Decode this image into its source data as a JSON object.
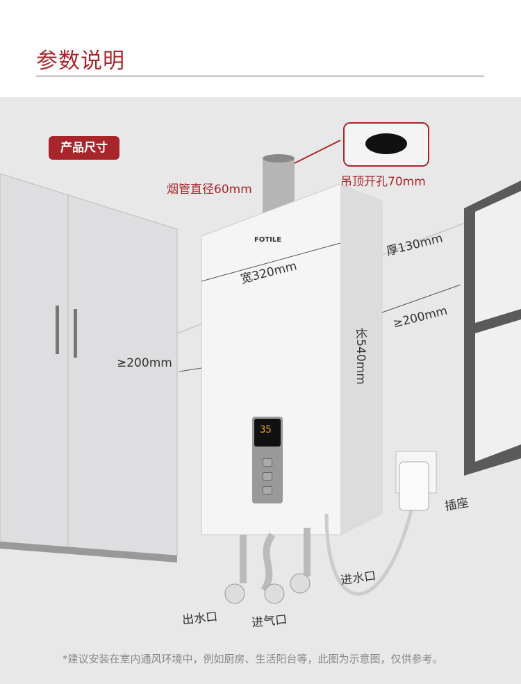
{
  "title": "参数说明",
  "badge": "产品尺寸",
  "brand": "FOTILE",
  "display": "35",
  "labels": {
    "flue": "烟管直径60mm",
    "ceiling_hole": "吊顶开孔70mm",
    "depth": "厚130mm",
    "width": "宽320mm",
    "height": "长540mm",
    "left_clearance": "≥200mm",
    "right_clearance": "≥200mm",
    "socket": "插座",
    "water_out": "出水口",
    "gas_in": "进气口",
    "water_in": "进水口"
  },
  "note": "*建议安装在室内通风环境中，例如厨房、生活阳台等，此图为示意图，仅供参考。",
  "colors": {
    "accent": "#a8262b",
    "scene_bg": "#e9e8e9"
  }
}
